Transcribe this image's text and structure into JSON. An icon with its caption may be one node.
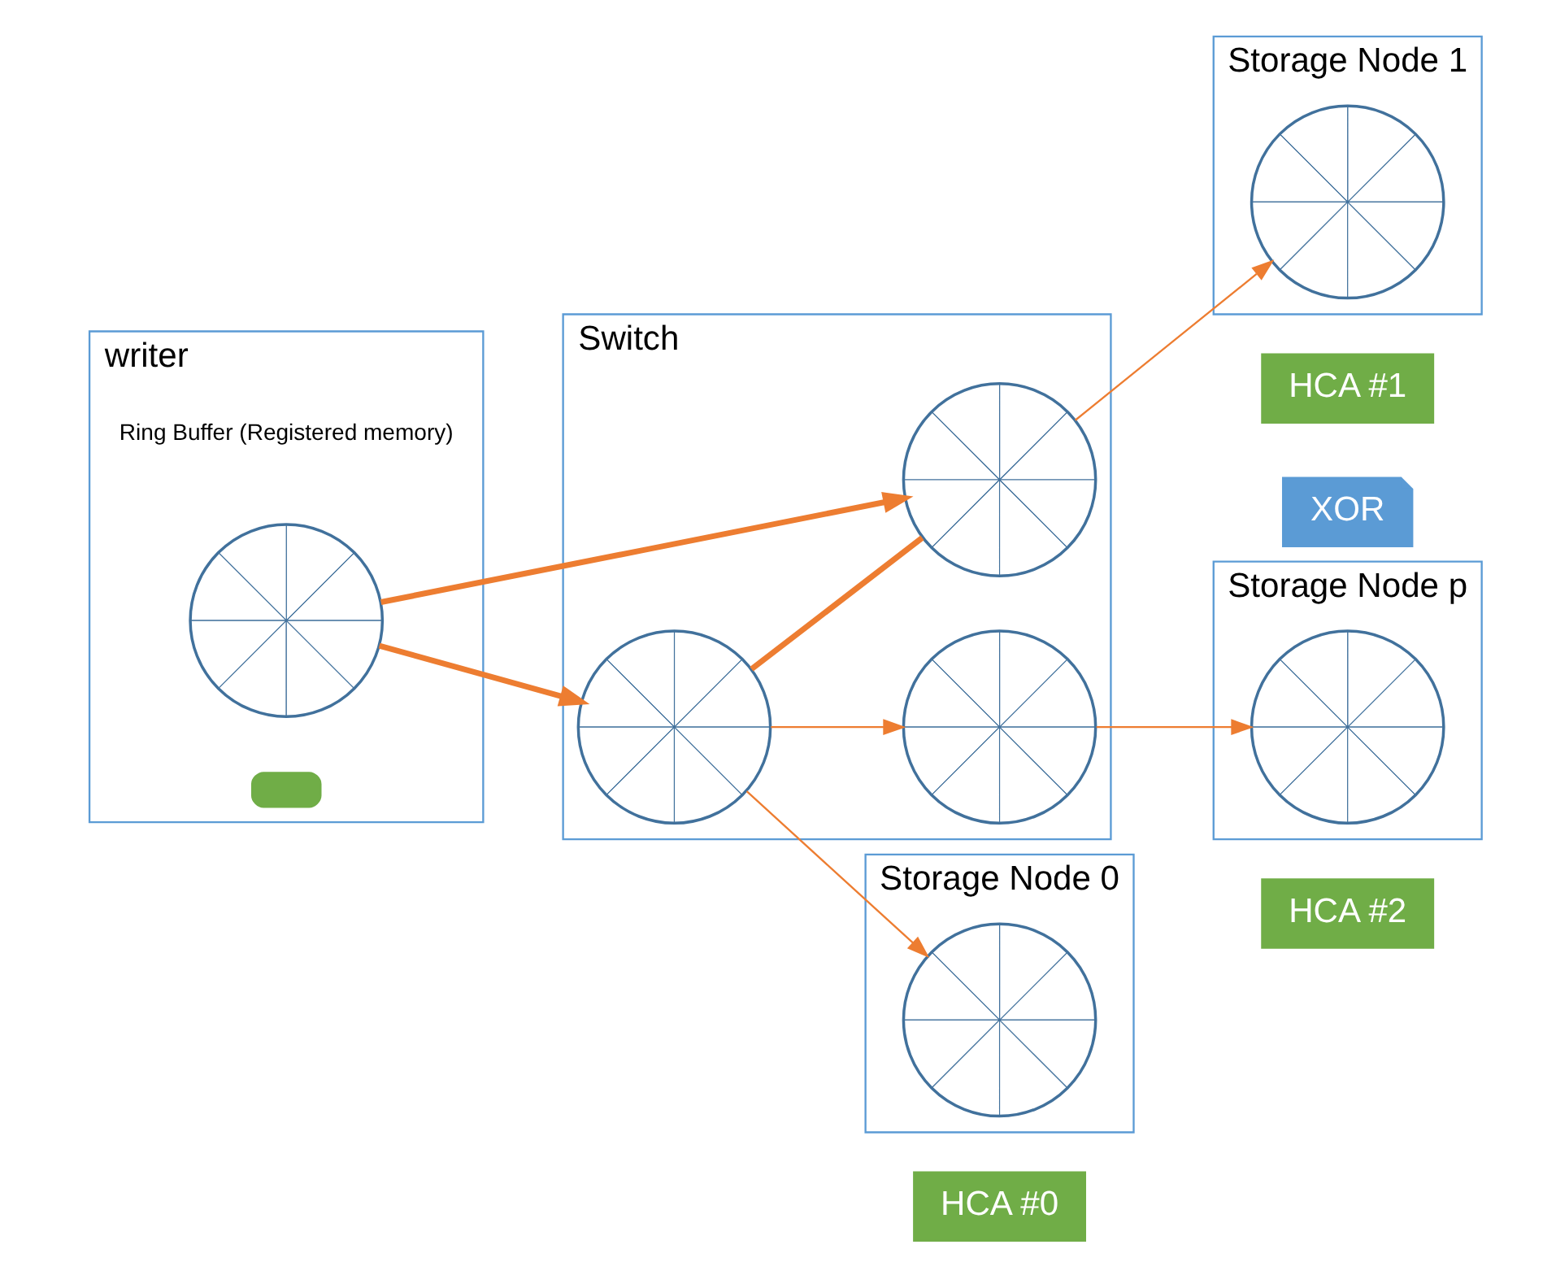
{
  "diagram": {
    "nodes": [
      {
        "text": [
          "writer"
        ]
      },
      {
        "text": [],
        "shape": "circle",
        "in": 0,
        "beside": [
          "Ring Buffer (Registered memory)"
        ]
      },
      {
        "text": [],
        "shape": "box",
        "in": 0
      },
      {
        "text": [
          "Switch"
        ]
      },
      {
        "text": [],
        "shape": "circle",
        "in": 3
      },
      {
        "text": [],
        "shape": "circle",
        "in": 3
      },
      {
        "text": [],
        "shape": "circle",
        "in": 3
      },
      {
        "text": [
          "Storage Node 0"
        ]
      },
      {
        "text": [],
        "shape": "circle",
        "in": 7
      },
      {
        "text": [
          "Storage Node 1"
        ]
      },
      {
        "text": [],
        "shape": "circle",
        "in": 9
      },
      {
        "text": [
          "Storage Node p"
        ]
      },
      {
        "text": [],
        "shape": "circle",
        "in": 11
      },
      {
        "text": [
          "HCA #0"
        ]
      },
      {
        "text": [
          "HCA #1"
        ]
      },
      {
        "text": [
          "HCA #2"
        ]
      },
      {
        "text": [
          "XOR"
        ]
      }
    ],
    "edges": [
      {
        "from": 1,
        "to": 4,
        "arrow": "to",
        "style": "thick"
      },
      {
        "from": 1,
        "to": 5,
        "arrow": "to",
        "style": "thick"
      },
      {
        "from": 4,
        "to": 5,
        "arrow": "none",
        "style": "thick"
      },
      {
        "from": 4,
        "to": 6,
        "arrow": "to"
      },
      {
        "from": 4,
        "to": 8,
        "arrow": "to"
      },
      {
        "from": 5,
        "to": 10,
        "arrow": "to"
      },
      {
        "from": 6,
        "to": 12,
        "arrow": "to"
      }
    ]
  }
}
